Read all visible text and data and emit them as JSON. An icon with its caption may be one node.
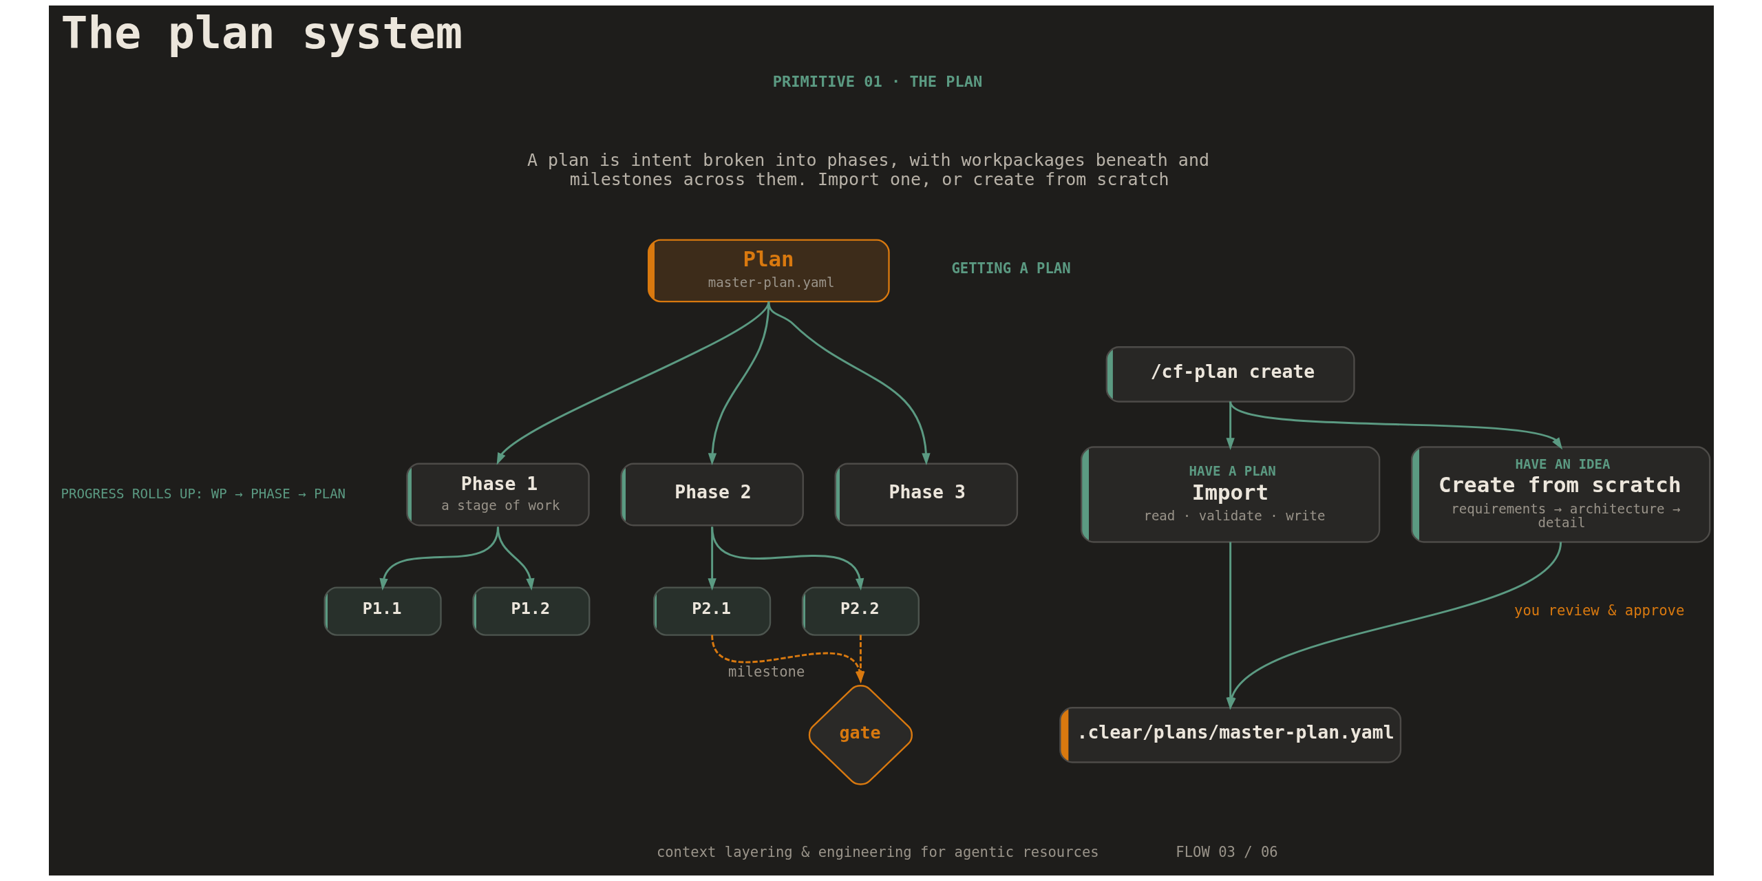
{
  "diagram": {
    "title": "The plan system",
    "nodes": [
      {
        "text": [
          "Plan",
          "master-plan.yaml"
        ]
      },
      {
        "text": [
          "Phase 1",
          "a stage of work"
        ]
      },
      {
        "text": [
          "Phase 2"
        ]
      },
      {
        "text": [
          "Phase 3"
        ]
      },
      {
        "text": [
          "P1.1"
        ]
      },
      {
        "text": [
          "P1.2"
        ]
      },
      {
        "text": [
          "P2.1"
        ]
      },
      {
        "text": [
          "P2.2"
        ]
      },
      {
        "text": [
          "gate"
        ],
        "beside": [
          "milestone"
        ]
      },
      {
        "text": [
          "/cf-plan create"
        ]
      },
      {
        "text": [
          "HAVE A PLAN",
          "Import",
          "read · validate · write"
        ]
      },
      {
        "text": [
          "HAVE AN IDEA",
          "Create from scratch",
          "requirements → architecture → detail"
        ]
      },
      {
        "text": [
          ".clear/plans/master-plan.yaml"
        ]
      }
    ],
    "edges": [
      {
        "from": 0,
        "to": 1,
        "arrow": "to"
      },
      {
        "from": 0,
        "to": 2,
        "arrow": "to"
      },
      {
        "from": 0,
        "to": 3,
        "arrow": "to"
      },
      {
        "from": 1,
        "to": 4,
        "arrow": "to"
      },
      {
        "from": 1,
        "to": 5,
        "arrow": "to"
      },
      {
        "from": 2,
        "to": 6,
        "arrow": "to"
      },
      {
        "from": 2,
        "to": 7,
        "arrow": "to"
      },
      {
        "from": 6,
        "to": 8,
        "arrow": "to",
        "style": "dashed",
        "color": "#d9790f"
      },
      {
        "from": 7,
        "to": 8,
        "arrow": "to",
        "style": "dashed",
        "color": "#d9790f"
      },
      {
        "from": 9,
        "to": 10,
        "arrow": "to"
      },
      {
        "from": 9,
        "to": 11,
        "arrow": "to"
      },
      {
        "from": 10,
        "to": 12,
        "arrow": "to"
      },
      {
        "from": 11,
        "to": 12,
        "arrow": "to",
        "label": "you review & approve"
      }
    ],
    "labels": [
      "PRIMITIVE 01 · THE PLAN",
      "A plan is intent broken into phases, with workpackages beneath and milestones across them. Import one, or create from scratch",
      "GETTING A PLAN",
      "PROGRESS ROLLS UP: WP → PHASE → PLAN",
      "context layering & engineering for agentic resources",
      "FLOW 03 / 06"
    ]
  }
}
